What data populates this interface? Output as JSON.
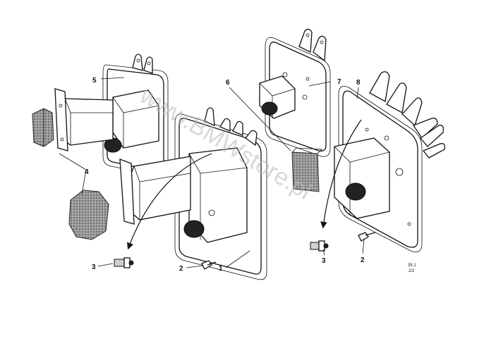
{
  "diagram": {
    "callouts": {
      "c1": "1",
      "c2_left": "2",
      "c2_right": "2",
      "c3_left": "3",
      "c3_right": "3",
      "c4": "4",
      "c5": "5",
      "c6": "6",
      "c7": "7",
      "c8": "8"
    },
    "drawing_code_line1": "35.1",
    "drawing_code_line2": "2/2",
    "watermark": "www.BMWstore.pl"
  }
}
